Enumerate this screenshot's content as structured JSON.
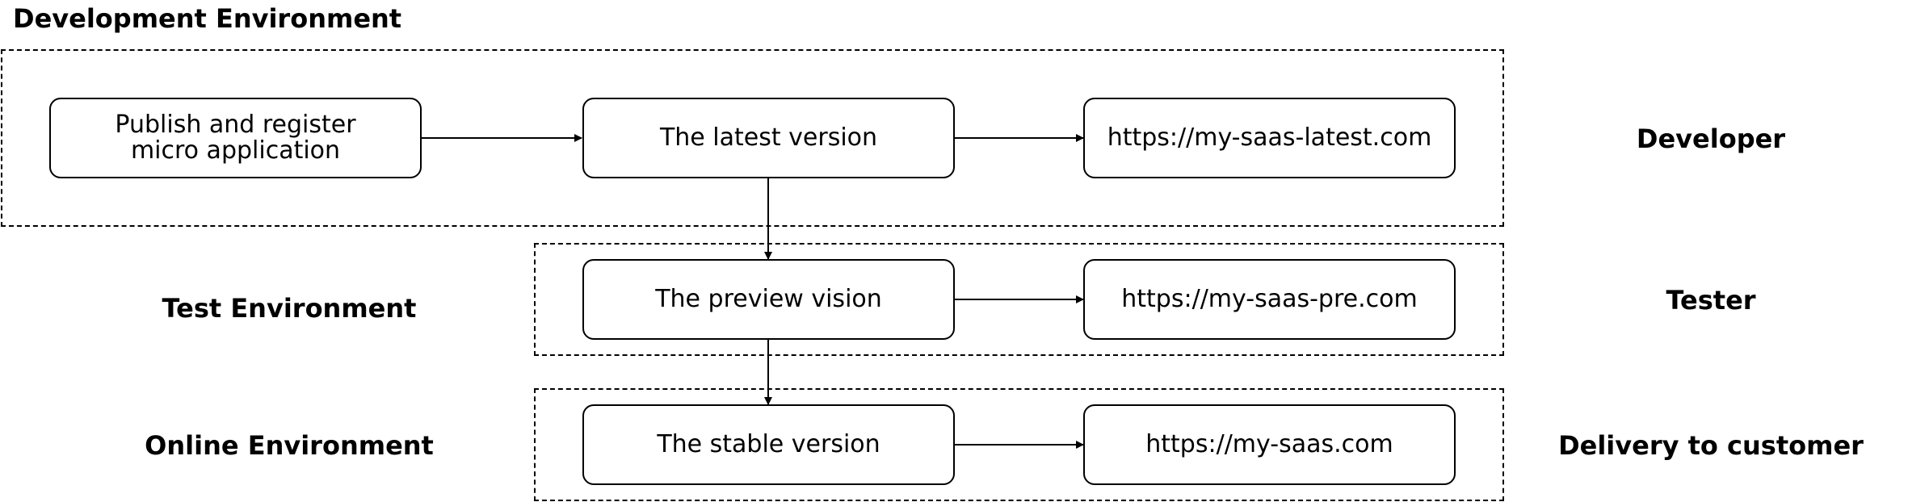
{
  "environments": {
    "development": "Development Environment",
    "test": "Test Environment",
    "online": "Online Environment"
  },
  "roles": {
    "developer": "Developer",
    "tester": "Tester",
    "customer": "Delivery to customer"
  },
  "nodes": {
    "publish": "Publish and register\nmicro application",
    "latest": "The latest version",
    "latest_url": "https://my-saas-latest.com",
    "preview": "The preview vision",
    "preview_url": "https://my-saas-pre.com",
    "stable": "The stable version",
    "stable_url": "https://my-saas.com"
  },
  "colors": {
    "line": "#000000",
    "background": "#ffffff"
  }
}
